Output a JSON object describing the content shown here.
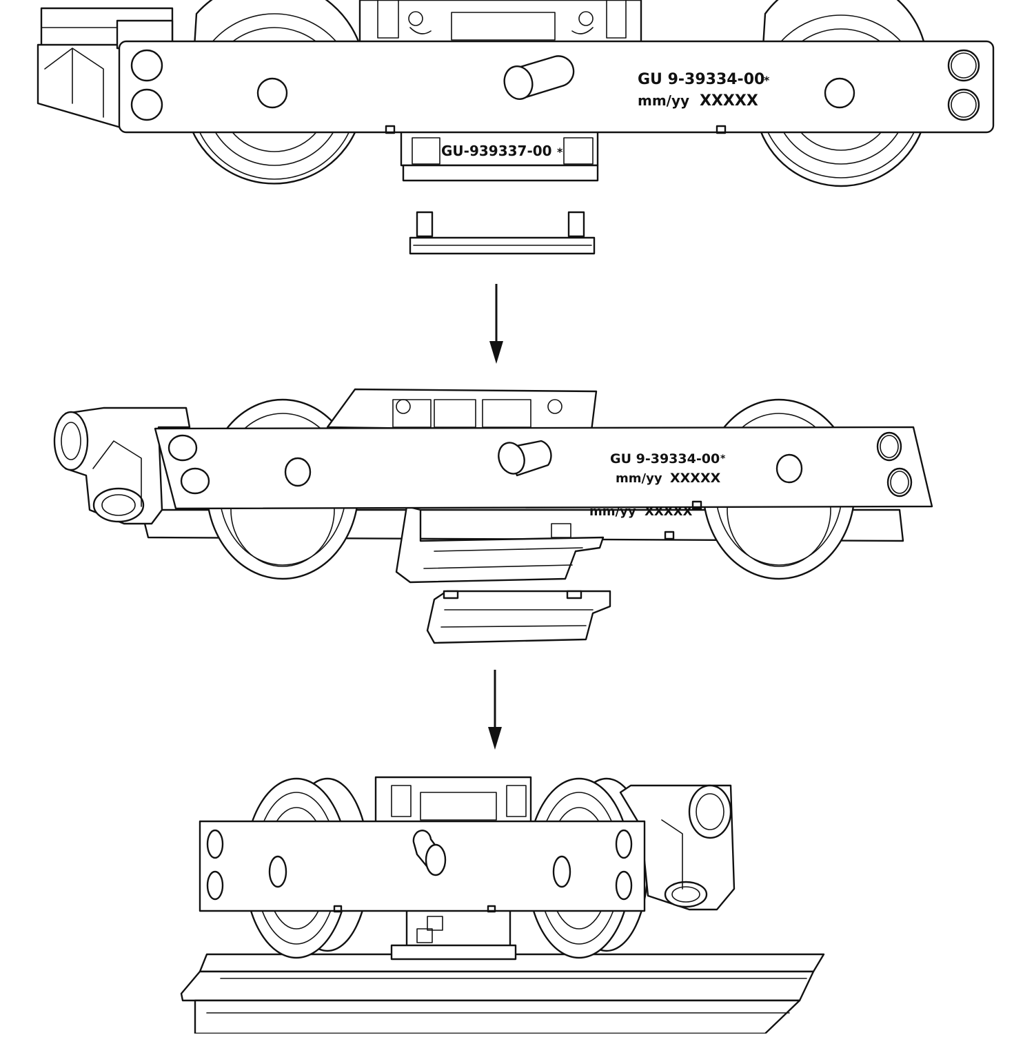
{
  "step1": {
    "plate_part_number": "GU  9-39334-00",
    "plate_star": "*",
    "plate_date_code": "mm/yy",
    "plate_serial": "XXXXX",
    "clip_part_number": "GU-939337-00",
    "clip_star": "*"
  },
  "step2": {
    "plate_part_number": "GU  9-39334-00",
    "plate_star": "*",
    "plate_date_code": "mm/yy",
    "plate_serial": "XXXXX",
    "rear_date_code": "mm/yy",
    "rear_serial": "XXXXX"
  },
  "colors": {
    "line": "#111111",
    "background": "#ffffff"
  }
}
